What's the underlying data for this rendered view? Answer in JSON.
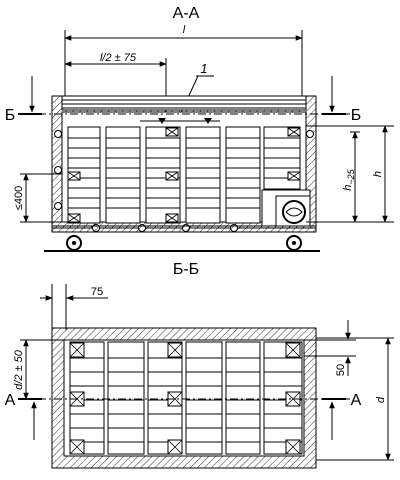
{
  "section_aa": {
    "title": "А-А",
    "dim_length": "l",
    "dim_half_length": "l/2 ± 75",
    "callout": "1",
    "dim_h": "h",
    "dim_h_minus": "h",
    "dim_h_minus_sub": "−25",
    "dim_400": "≤400",
    "cut_left": "Б",
    "cut_right": "Б"
  },
  "section_bb": {
    "title": "Б-Б",
    "dim_75": "75",
    "dim_half_d": "d/2 ± 50",
    "dim_50": "50",
    "dim_d": "d",
    "cut_left": "А",
    "cut_right": "А"
  }
}
